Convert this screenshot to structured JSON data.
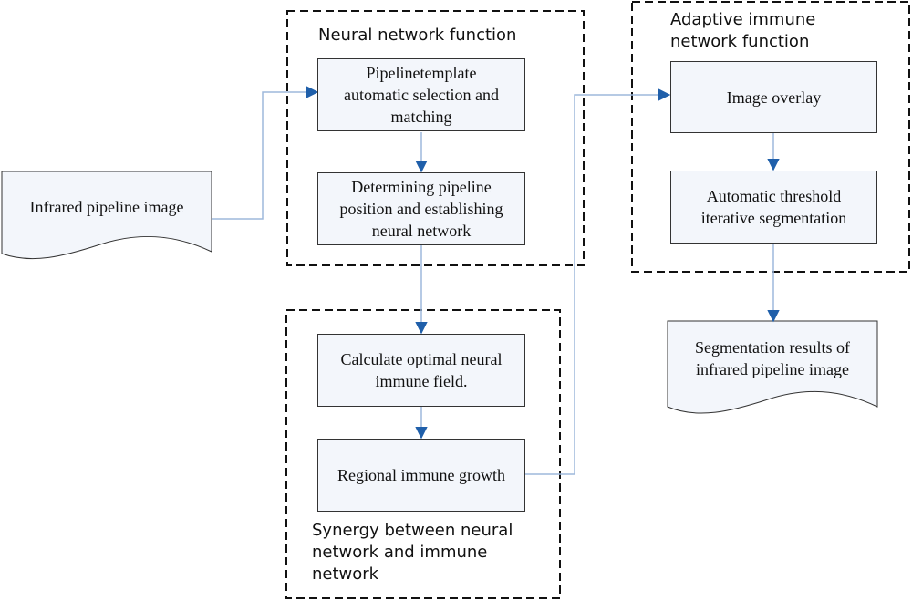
{
  "groups": {
    "neural_network": {
      "title": "Neural network function"
    },
    "synergy": {
      "title_lines": [
        "Synergy between  neural",
        "network and immune",
        "network"
      ]
    },
    "adaptive_immune": {
      "title_lines": [
        "Adaptive immune",
        "network function"
      ]
    }
  },
  "nodes": {
    "input_document": {
      "label": "Infrared pipeline image"
    },
    "template_matching": {
      "lines": [
        "Pipelinetemplate",
        "automatic selection and",
        "matching"
      ]
    },
    "determine_position": {
      "lines": [
        "Determining pipeline",
        "position and establishing",
        "neural network"
      ]
    },
    "optimal_field": {
      "lines": [
        "Calculate optimal neural",
        "immune field."
      ]
    },
    "regional_growth": {
      "label": "Regional immune growth"
    },
    "image_overlay": {
      "label": "Image overlay"
    },
    "threshold_segmentation": {
      "lines": [
        "Automatic threshold",
        "iterative segmentation"
      ]
    },
    "output_document": {
      "lines": [
        "Segmentation results of",
        "infrared pipeline image"
      ]
    }
  },
  "colors": {
    "box_fill": "#f3f6fb",
    "box_border": "#333333",
    "connector": "#9db8dc",
    "arrowhead": "#1f5faa",
    "dashed_border": "#111111"
  }
}
